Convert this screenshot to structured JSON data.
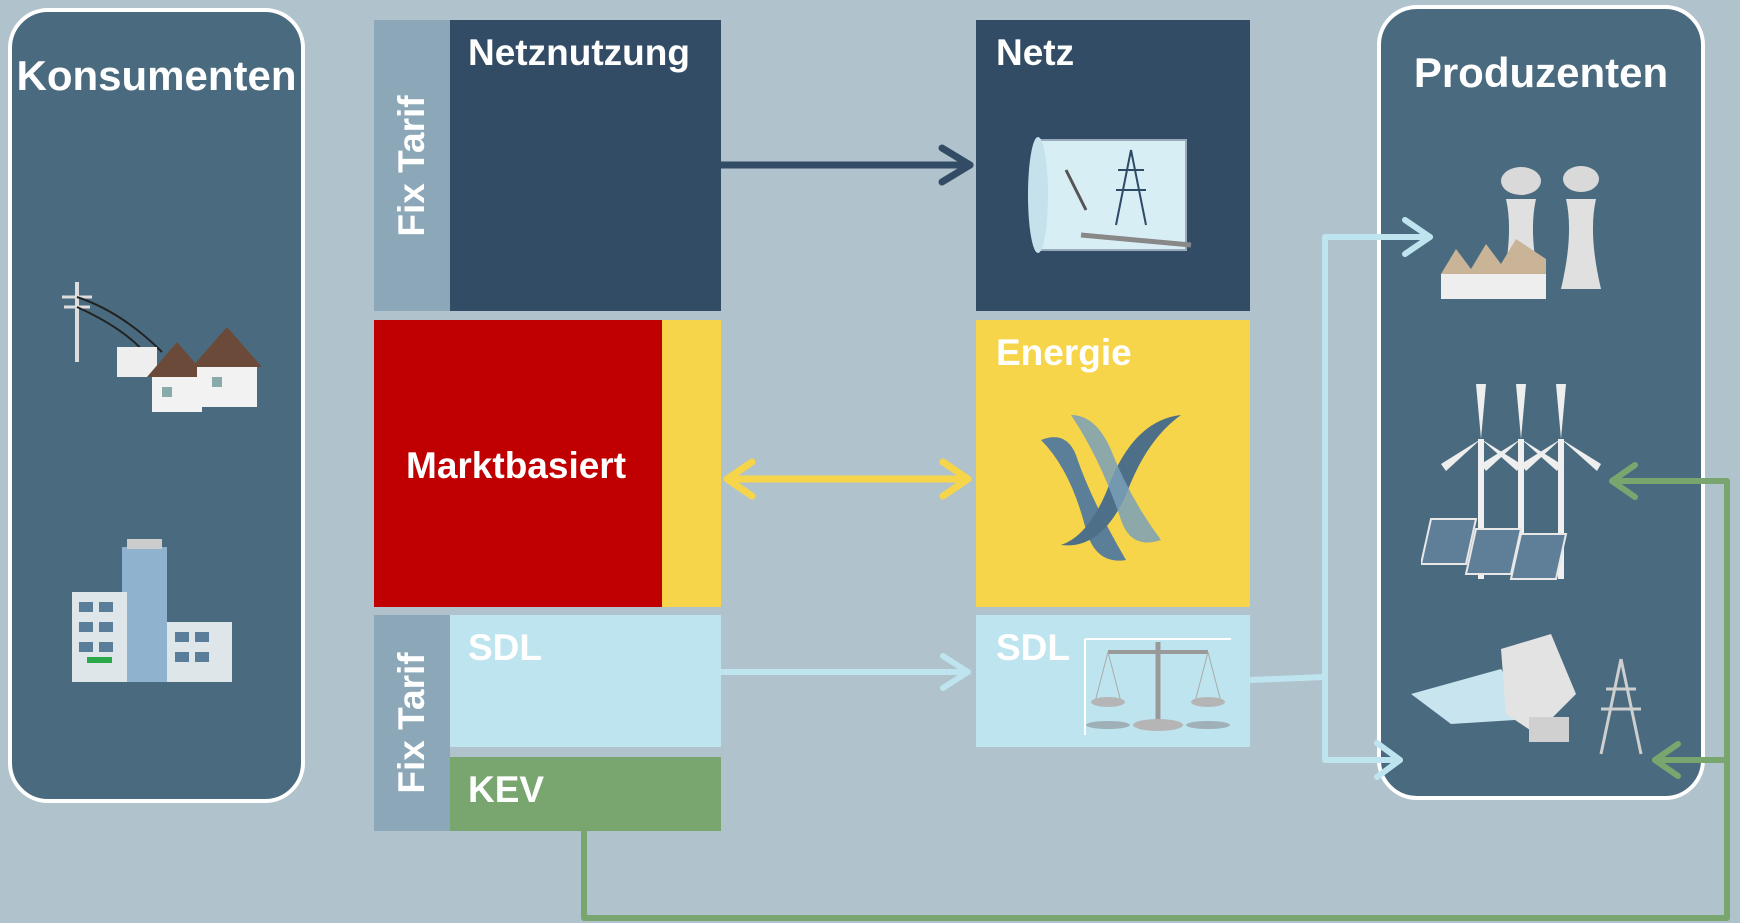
{
  "consumers": {
    "title": "Konsumenten",
    "icons": [
      "houses-with-power-line-icon",
      "office-building-icon"
    ]
  },
  "producers": {
    "title": "Produzenten",
    "icons": [
      "nuclear-power-plant-icon",
      "wind-solar-icon",
      "hydro-dam-icon"
    ]
  },
  "tariff": {
    "fix_label_top": "Fix Tarif",
    "fix_label_bottom": "Fix Tarif"
  },
  "blocks": {
    "netznutzung": "Netznutzung",
    "netz": "Netz",
    "marktbasiert": "Marktbasiert",
    "energie": "Energie",
    "sdl_left": "SDL",
    "sdl_right": "SDL",
    "kev": "KEV"
  },
  "colors": {
    "background": "#b0c2cb",
    "panel": "#4a6b7f",
    "navy": "#324c66",
    "tariff_strip": "#8ca8b8",
    "red": "#c00000",
    "yellow": "#f6d54b",
    "light_blue": "#bee5ef",
    "green": "#78a66e"
  }
}
